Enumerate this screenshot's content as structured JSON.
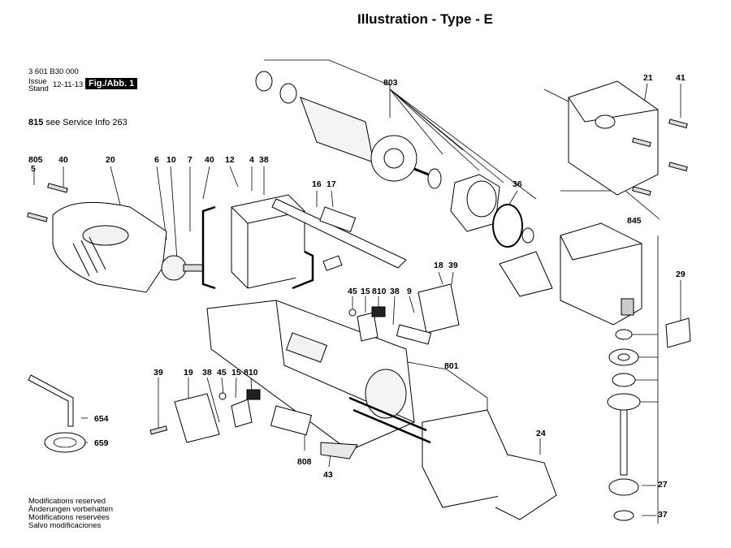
{
  "title": "Illustration - Type - E",
  "header": {
    "part_number": "3 601 B30 000",
    "issue_label": "Issue",
    "stand_label": "Stand",
    "issue_date": "12-11-13",
    "figure": "Fig./Abb. 1"
  },
  "service_info": {
    "number": "815",
    "text": "see Service Info 263"
  },
  "modifications": [
    "Modifications reserved",
    "Änderungen vorbehalten",
    "Modifications reservées",
    "Salvo modificaciones"
  ],
  "part_labels": [
    "805",
    "5",
    "40",
    "20",
    "6",
    "10",
    "7",
    "40",
    "12",
    "4",
    "38",
    "16",
    "17",
    "803",
    "36",
    "21",
    "41",
    "845",
    "29",
    "18",
    "39",
    "45",
    "15",
    "38",
    "9",
    "801",
    "39",
    "19",
    "38",
    "45",
    "15",
    "810",
    "654",
    "659",
    "808",
    "43",
    "24",
    "27",
    "37",
    "810"
  ]
}
